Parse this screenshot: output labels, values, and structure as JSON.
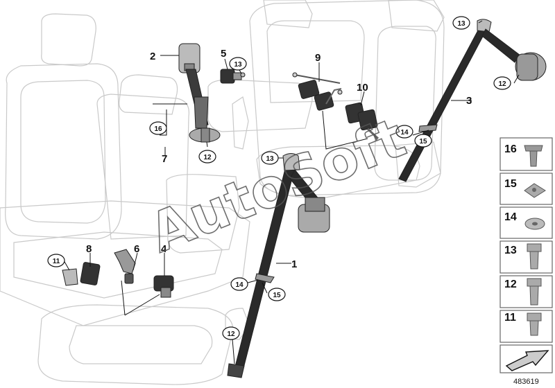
{
  "diagram": {
    "watermark": "AutoSoft",
    "reference_number": "483619",
    "callouts": {
      "n1": "1",
      "n2": "2",
      "n3": "3",
      "n4": "4",
      "n5": "5",
      "n6": "6",
      "n7": "7",
      "n8": "8",
      "n9": "9",
      "n10": "10"
    },
    "circled": {
      "c11": "11",
      "c12a": "12",
      "c12b": "12",
      "c12c": "12",
      "c13a": "13",
      "c13b": "13",
      "c13c": "13",
      "c14a": "14",
      "c14b": "14",
      "c15a": "15",
      "c15b": "15",
      "c16": "16"
    },
    "legend": [
      "16",
      "15",
      "14",
      "13",
      "12",
      "11"
    ]
  }
}
